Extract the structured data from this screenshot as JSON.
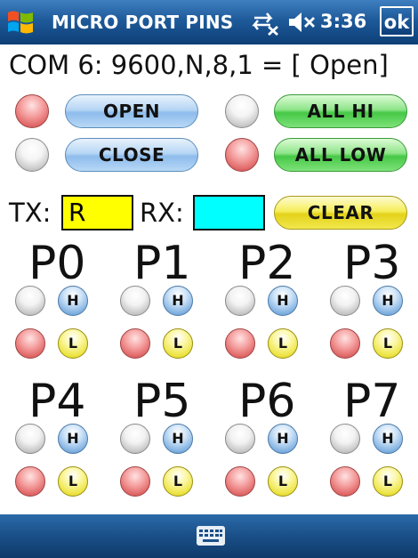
{
  "titlebar": {
    "title": "MICRO PORT PINS",
    "time": "3:36",
    "ok_label": "ok",
    "icons": [
      "windows-logo-icon",
      "connectivity-icon",
      "speaker-muted-icon"
    ]
  },
  "status": {
    "text": "COM 6: 9600,N,8,1 = [ Open]"
  },
  "controls": {
    "open_label": "OPEN",
    "close_label": "CLOSE",
    "all_hi_label": "ALL HI",
    "all_low_label": "ALL LOW",
    "clear_label": "CLEAR"
  },
  "serial": {
    "tx_label": "TX:",
    "tx_value": "R",
    "rx_label": "RX:",
    "rx_value": "",
    "tx_color": "#ffff00",
    "rx_color": "#00ffff"
  },
  "pins": [
    {
      "name": "P0",
      "high_label": "H",
      "low_label": "L"
    },
    {
      "name": "P1",
      "high_label": "H",
      "low_label": "L"
    },
    {
      "name": "P2",
      "high_label": "H",
      "low_label": "L"
    },
    {
      "name": "P3",
      "high_label": "H",
      "low_label": "L"
    },
    {
      "name": "P4",
      "high_label": "H",
      "low_label": "L"
    },
    {
      "name": "P5",
      "high_label": "H",
      "low_label": "L"
    },
    {
      "name": "P6",
      "high_label": "H",
      "low_label": "L"
    },
    {
      "name": "P7",
      "high_label": "H",
      "low_label": "L"
    }
  ],
  "colors": {
    "titlebar": "#1e5a9a",
    "led_red": "#e06666",
    "led_off": "#d8d8d8"
  }
}
